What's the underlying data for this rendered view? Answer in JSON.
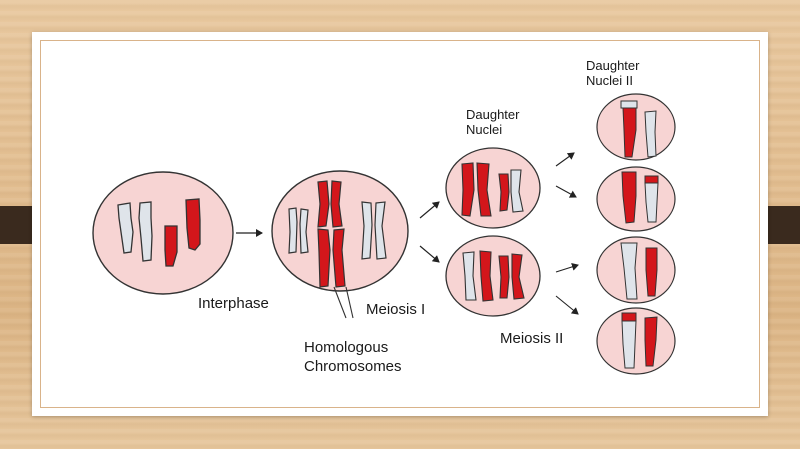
{
  "labels": {
    "interphase": "Interphase",
    "meiosis_1": "Meiosis I",
    "homologous_line1": "Homologous",
    "homologous_line2": "Chromosomes",
    "daughter_nuclei_line1": "Daughter",
    "daughter_nuclei_line2": "Nuclei",
    "daughter_nuclei_ii_line1": "Daughter",
    "daughter_nuclei_ii_line2": "Nuclei II",
    "meiosis_2": "Meiosis II"
  },
  "colors": {
    "cell_fill": "#f7d4d3",
    "cell_stroke": "#333333",
    "chromosome_red": "#d3161b",
    "chromosome_white": "#dfe4ea"
  }
}
